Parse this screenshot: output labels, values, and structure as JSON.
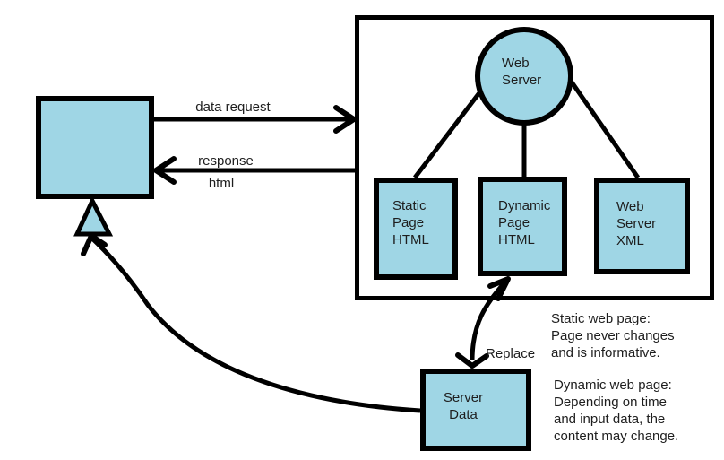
{
  "colors": {
    "shape_fill": "#9fd6e5",
    "stroke": "#000000",
    "background": "#ffffff"
  },
  "arrows": {
    "data_request": "data request",
    "response_line1": "response",
    "response_line2": "html",
    "replace": "Replace"
  },
  "web_server": {
    "circle_label": "Web\nServer",
    "children": [
      {
        "label": "Static\nPage\nHTML"
      },
      {
        "label": "Dynamic\nPage\nHTML"
      },
      {
        "label": "Web\nServer\nXML"
      }
    ]
  },
  "server_data": {
    "label": "Server\nData"
  },
  "notes": {
    "static": "Static web page:\nPage never changes\nand is informative.",
    "dynamic": "Dynamic web page:\nDepending on time\nand input data, the\ncontent may change."
  }
}
